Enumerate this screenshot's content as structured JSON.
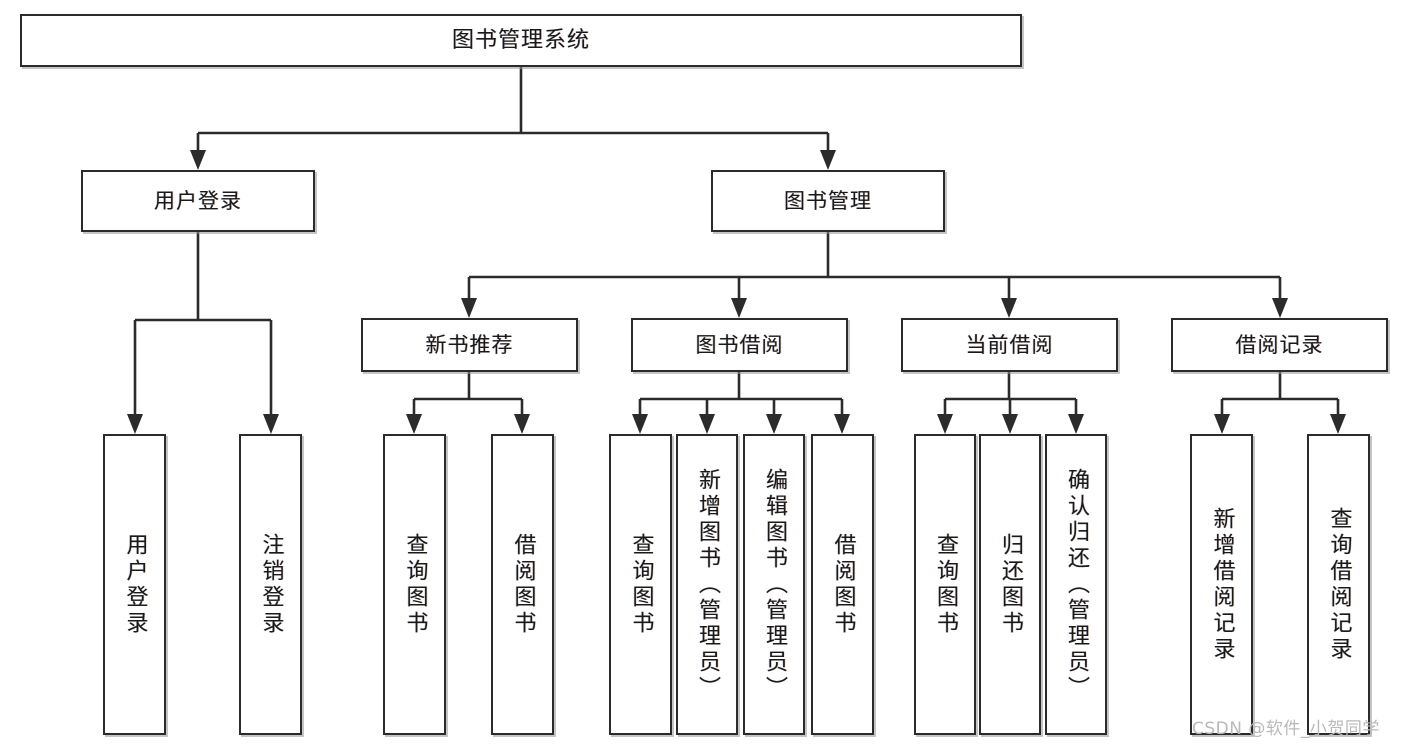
{
  "diagram": {
    "title": "图书管理系统",
    "type": "tree",
    "colors": {
      "box_border": "#2b2b2b",
      "box_fill": "#ffffff",
      "connector": "#2b2b2b",
      "watermark": "#b9b9b9",
      "background": "#ffffff"
    },
    "root": {
      "label": "图书管理系统"
    },
    "level2": [
      {
        "label": "用户登录"
      },
      {
        "label": "图书管理"
      }
    ],
    "level3": [
      {
        "label": "新书推荐"
      },
      {
        "label": "图书借阅"
      },
      {
        "label": "当前借阅"
      },
      {
        "label": "借阅记录"
      }
    ],
    "leaves": {
      "user_login": [
        {
          "label": "用户登录"
        },
        {
          "label": "注销登录"
        }
      ],
      "new_book_recommend": [
        {
          "label": "查询图书"
        },
        {
          "label": "借阅图书"
        }
      ],
      "book_borrow": [
        {
          "label": "查询图书"
        },
        {
          "label": "新增图书（管理员）"
        },
        {
          "label": "编辑图书（管理员）"
        },
        {
          "label": "借阅图书"
        }
      ],
      "current_borrow": [
        {
          "label": "查询图书"
        },
        {
          "label": "归还图书"
        },
        {
          "label": "确认归还（管理员）"
        }
      ],
      "borrow_record": [
        {
          "label": "新增借阅记录"
        },
        {
          "label": "查询借阅记录"
        }
      ]
    }
  },
  "watermark": {
    "text": "CSDN @软件_小贺同学"
  }
}
